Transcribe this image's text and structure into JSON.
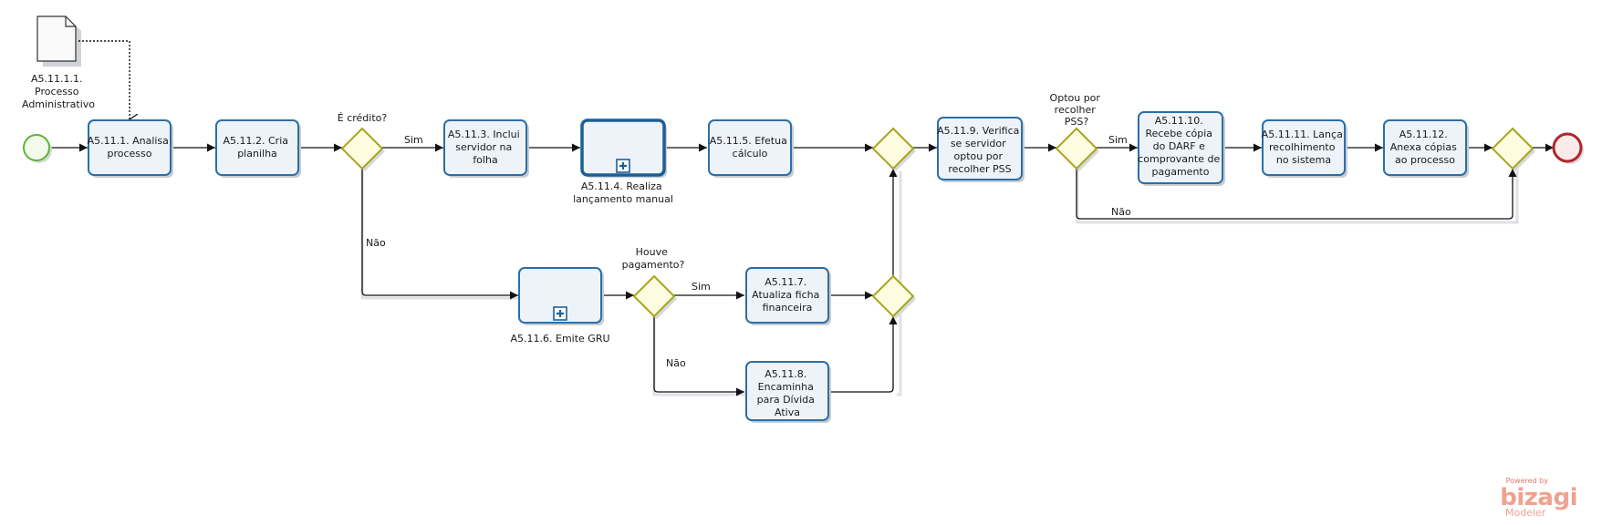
{
  "document": {
    "label": "A5.11.1.1. Processo Administrativo",
    "lines": [
      "A5.11.1.1.",
      "Processo",
      "Administrativo"
    ]
  },
  "tasks": {
    "t1": {
      "lines": [
        "A5.11.1. Analisa",
        "processo"
      ]
    },
    "t2": {
      "lines": [
        "A5.11.2. Cria",
        "planilha"
      ]
    },
    "t3": {
      "lines": [
        "A5.11.3. Inclui",
        "servidor na",
        "folha"
      ]
    },
    "t4": {
      "lines": [
        "A5.11.4. Realiza",
        "lançamento manual"
      ]
    },
    "t5": {
      "lines": [
        "A5.11.5. Efetua",
        "cálculo"
      ]
    },
    "t6": {
      "lines": [
        "A5.11.6. Emite GRU"
      ]
    },
    "t7": {
      "lines": [
        "A5.11.7.",
        "Atualiza ficha",
        "financeira"
      ]
    },
    "t8": {
      "lines": [
        "A5.11.8.",
        "Encaminha",
        "para Dívida",
        "Ativa"
      ]
    },
    "t9": {
      "lines": [
        "A5.11.9. Verifica",
        "se servidor",
        "optou por",
        "recolher PSS"
      ]
    },
    "t10": {
      "lines": [
        "A5.11.10.",
        "Recebe cópia",
        "do DARF e",
        "comprovante de",
        "pagamento"
      ]
    },
    "t11": {
      "lines": [
        "A5.11.11. Lança",
        "recolhimento",
        "no sistema"
      ]
    },
    "t12": {
      "lines": [
        "A5.11.12.",
        "Anexa cópias",
        "ao processo"
      ]
    }
  },
  "gateways": {
    "g1": {
      "question": [
        "É crédito?"
      ]
    },
    "g2": {
      "question": [
        "Houve",
        "pagamento?"
      ]
    },
    "g3": {
      "question": [
        "Optou por",
        "recolher",
        "PSS?"
      ]
    }
  },
  "flow_labels": {
    "g1_yes": "Sim",
    "g1_no": "Não",
    "g2_yes": "Sim",
    "g2_no": "Não",
    "g3_yes": "Sim",
    "g3_no": "Não"
  },
  "branding": {
    "powered_by": "Powered by",
    "name": "bizagi",
    "product": "Modeler"
  },
  "colors": {
    "task_border": "#2a6fa8",
    "gateway_border": "#a7a51e",
    "start_event": "#5fb33b",
    "end_event": "#b0262a",
    "brand": "#f0a190"
  }
}
